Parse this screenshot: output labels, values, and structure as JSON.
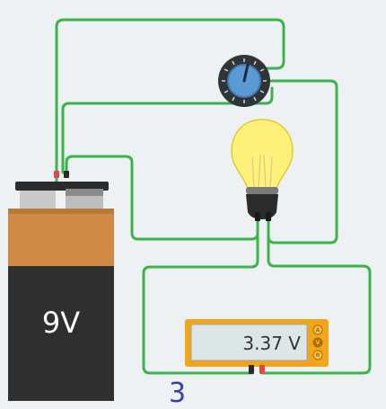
{
  "battery": {
    "label": "9V"
  },
  "multimeter": {
    "reading": "3.37 V",
    "modes": [
      "A",
      "V",
      "R"
    ],
    "active_mode": "V"
  },
  "step_label": "3",
  "colors": {
    "wire": "#3cb34a",
    "bulb_glow": "#fff27a",
    "meter_body": "#f2a51a",
    "battery_body": "#cf8a45",
    "potentiometer": "#5b9bd5"
  },
  "icons": [
    "battery-icon",
    "potentiometer-icon",
    "light-bulb-icon",
    "multimeter-icon"
  ]
}
